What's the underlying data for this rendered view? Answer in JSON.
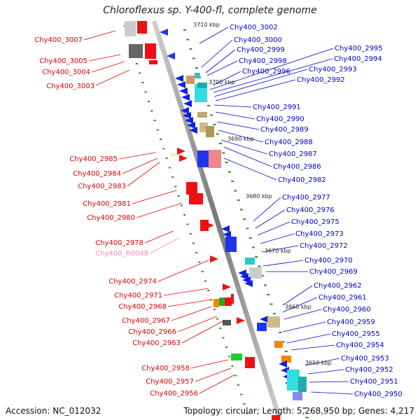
{
  "title": "Chloroflexus sp. Y-400-fl, complete genome",
  "accession": "Accession: NC_012032",
  "topology": "Topology: circular; Length: 5,268,950 bp; Genes: 4,217",
  "colors": {
    "left_label": "#dd0000",
    "rna_label": "#ff88bb",
    "right_label": "#0000cc",
    "backbone": "#888888",
    "tick": "#2e8b2e"
  },
  "kbp_ticks": [
    "3710 kbp",
    "3700 kbp",
    "3690 kbp",
    "3680 kbp",
    "3670 kbp",
    "3660 kbp",
    "3650 kbp"
  ],
  "left_labels": [
    "Chy400_3007",
    "Chy400_3005",
    "Chy400_3004",
    "Chy400_3003",
    "Chy400_2985",
    "Chy400_2984",
    "Chy400_2983",
    "Chy400_2981",
    "Chy400_2980",
    "Chy400_2978",
    "Chy400_R0048",
    "Chy400_2974",
    "Chy400_2971",
    "Chy400_2968",
    "Chy400_2967",
    "Chy400_2966",
    "Chy400_2963",
    "Chy400_2958",
    "Chy400_2957",
    "Chy400_2956"
  ],
  "right_labels": [
    "Chy400_3002",
    "Chy400_3000",
    "Chy400_2999",
    "Chy400_2998",
    "Chy400_2996",
    "Chy400_2995",
    "Chy400_2994",
    "Chy400_2993",
    "Chy400_2992",
    "Chy400_2991",
    "Chy400_2990",
    "Chy400_2989",
    "Chy400_2988",
    "Chy400_2987",
    "Chy400_2986",
    "Chy400_2982",
    "Chy400_2977",
    "Chy400_2976",
    "Chy400_2975",
    "Chy400_2973",
    "Chy400_2972",
    "Chy400_2970",
    "Chy400_2969",
    "Chy400_2962",
    "Chy400_2961",
    "Chy400_2960",
    "Chy400_2959",
    "Chy400_2955",
    "Chy400_2954",
    "Chy400_2953",
    "Chy400_2952",
    "Chy400_2951",
    "Chy400_2950"
  ]
}
